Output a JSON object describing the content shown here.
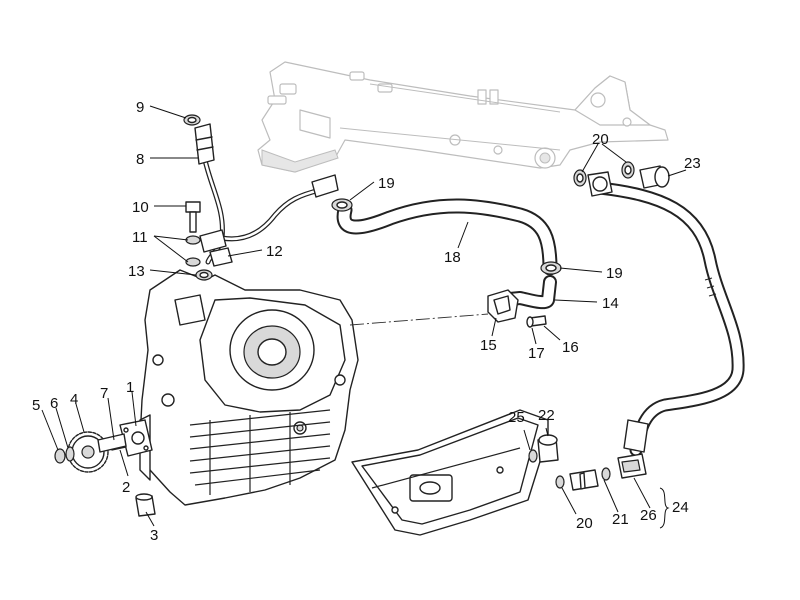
{
  "callouts": [
    "1",
    "2",
    "3",
    "4",
    "5",
    "6",
    "7",
    "8",
    "9",
    "10",
    "11",
    "12",
    "13",
    "14",
    "15",
    "16",
    "17",
    "18",
    "19",
    "19",
    "20",
    "20",
    "21",
    "22",
    "23",
    "24",
    "25",
    "26"
  ]
}
